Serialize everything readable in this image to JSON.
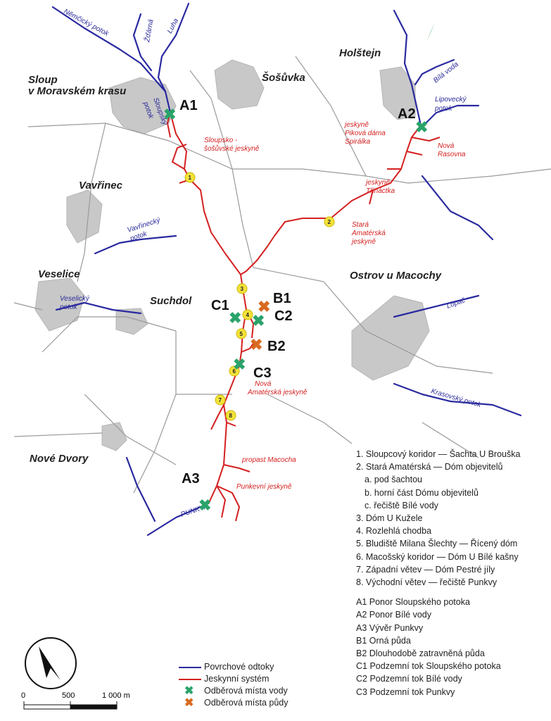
{
  "towns": [
    {
      "id": "sloup-1",
      "label": "Sloup"
    },
    {
      "id": "sloup-2",
      "label": "v Moravském krasu"
    },
    {
      "id": "sosuvka",
      "label": "Šošůvka"
    },
    {
      "id": "holstejn",
      "label": "Holštejn"
    },
    {
      "id": "vavrinec",
      "label": "Vavřinec"
    },
    {
      "id": "veselice",
      "label": "Veselice"
    },
    {
      "id": "suchdol",
      "label": "Suchdol"
    },
    {
      "id": "ostrov",
      "label": "Ostrov u Macochy"
    },
    {
      "id": "nove-dvory",
      "label": "Nové Dvory"
    }
  ],
  "streams": {
    "nemcicky": "Němčický potok",
    "zdarna": "Žďárná",
    "luha": "Luha",
    "sloupsky_1": "Sloupský",
    "sloupsky_2": "potok",
    "bila_voda": "Bílá voda",
    "lipovecky_1": "Lipovecký",
    "lipovecky_2": "potok",
    "vavrinecky_1": "Vavřinecký",
    "vavrinecky_2": "potok",
    "veselicky_1": "Veselický",
    "veselicky_2": "potok",
    "lopac": "Lopač",
    "krasovsky": "Krasovský potok",
    "punkva": "PUNKVA"
  },
  "caves": {
    "sloupsko_1": "Sloupsko -",
    "sloupsko_2": "šošůvské jeskyně",
    "pikova_1": "jeskyně",
    "pikova_2": "Piková dáma",
    "pikova_3": "Spirálka",
    "rasovna_1": "Nová",
    "rasovna_2": "Rasovna",
    "trinactka_1": "jeskyně",
    "trinactka_2": "Třináctka",
    "stara_1": "Stará",
    "stara_2": "Amatérská",
    "stara_3": "jeskyně",
    "nova_1": "Nová",
    "nova_2": "Amatérská jeskyně",
    "macocha": "propast Macocha",
    "punkevni": "Punkevní jeskyně"
  },
  "sites": {
    "A1": "A1",
    "A2": "A2",
    "A3": "A3",
    "B1": "B1",
    "B2": "B2",
    "C1": "C1",
    "C2": "C2",
    "C3": "C3"
  },
  "numbers": [
    "1",
    "2",
    "3",
    "4",
    "5",
    "6",
    "7",
    "8"
  ],
  "legend_list": {
    "item1": "1. Sloupcový koridor — Šachta U Brouška",
    "item2": "2. Stará Amatérská — Dóm objevitelů",
    "item2a": "a. pod šachtou",
    "item2b": "b. horní část Dómu objevitelů",
    "item2c": "c. řečiště Bílé vody",
    "item3": "3. Dóm U Kužele",
    "item4": "4. Rozlehlá chodba",
    "item5": "5. Bludiště Milana Šlechty — Řícený dóm",
    "item6": "6. Macošský koridor — Dóm U Bílé kašny",
    "item7": "7. Západní větev — Dóm Pestré jíly",
    "item8": "8. Východní větev — řečiště Punkvy",
    "A1": "A1 Ponor Sloupského potoka",
    "A2": "A2 Ponor Bílé vody",
    "A3": "A3 Vývěr Punkvy",
    "B1": "B1 Orná půda",
    "B2": "B2 Dlouhodobě zatravněná půda",
    "C1": "C1 Podzemní tok Sloupského potoka",
    "C2": "C2 Podzemní tok Bílé vody",
    "C3": "C3 Podzemní tok Punkvy"
  },
  "key": {
    "surface": "Povrchové odtoky",
    "cave_system": "Jeskynní systém",
    "water_sites": "Odběrová místa vody",
    "soil_sites": "Odběrová místa půdy"
  },
  "scale": {
    "s0": "0",
    "s1": "500",
    "s2": "1 000 m"
  },
  "colors": {
    "stream": "#2a2aa0",
    "cave": "#d42020",
    "water_site": "#2aa36a",
    "soil_site": "#d86a1e",
    "town": "#c8c8c8",
    "road": "#9a9a9a",
    "marker": "#f4e23a"
  }
}
